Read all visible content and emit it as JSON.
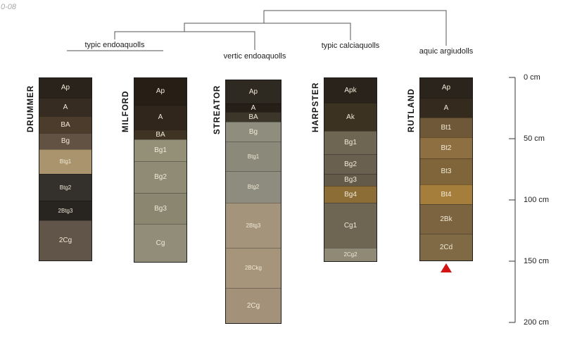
{
  "watermark": "0-08",
  "dendrogram": {
    "groups": [
      {
        "label": "typic endoaquolls"
      },
      {
        "label": "vertic endoaquolls"
      },
      {
        "label": "typic calciaquolls"
      },
      {
        "label": "aquic argiudolls"
      }
    ]
  },
  "depth_scale": {
    "unit": "cm",
    "ticks": [
      {
        "label": "0 cm",
        "cm": 0
      },
      {
        "label": "50 cm",
        "cm": 50
      },
      {
        "label": "100 cm",
        "cm": 100
      },
      {
        "label": "150 cm",
        "cm": 150
      },
      {
        "label": "200 cm",
        "cm": 200
      }
    ]
  },
  "marker": {
    "shape": "triangle-up",
    "color": "#d21414",
    "column": "RUTLAND"
  },
  "columns": [
    {
      "name": "DRUMMER",
      "group": "typic endoaquolls",
      "horizons": [
        {
          "label": "Ap",
          "thickness_cm": 16,
          "color": "#2a231c"
        },
        {
          "label": "A",
          "thickness_cm": 15,
          "color": "#362c22"
        },
        {
          "label": "BA",
          "thickness_cm": 14,
          "color": "#4b3c2c"
        },
        {
          "label": "Bg",
          "thickness_cm": 13,
          "color": "#615243"
        },
        {
          "label": "Btg1",
          "thickness_cm": 20,
          "color": "#a9946d",
          "small": true
        },
        {
          "label": "Btg2",
          "thickness_cm": 22,
          "color": "#34302b",
          "small": true
        },
        {
          "label": "2Btg3",
          "thickness_cm": 16,
          "color": "#282420",
          "small": true
        },
        {
          "label": "2Cg",
          "thickness_cm": 33,
          "color": "#61554a"
        }
      ]
    },
    {
      "name": "MILFORD",
      "group": "typic endoaquolls",
      "horizons": [
        {
          "label": "Ap",
          "thickness_cm": 22,
          "color": "#271f16"
        },
        {
          "label": "A",
          "thickness_cm": 20,
          "color": "#30261b"
        },
        {
          "label": "BA",
          "thickness_cm": 8,
          "color": "#3f3424"
        },
        {
          "label": "Bg1",
          "thickness_cm": 18,
          "color": "#949078"
        },
        {
          "label": "Bg2",
          "thickness_cm": 26,
          "color": "#8f8b74"
        },
        {
          "label": "Bg3",
          "thickness_cm": 25,
          "color": "#8a8670"
        },
        {
          "label": "Cg",
          "thickness_cm": 31,
          "color": "#918d79"
        }
      ]
    },
    {
      "name": "STREATOR",
      "group": "vertic endoaquolls",
      "horizons": [
        {
          "label": "Ap",
          "thickness_cm": 19,
          "color": "#2e2921"
        },
        {
          "label": "A",
          "thickness_cm": 7,
          "color": "#251f18"
        },
        {
          "label": "BA",
          "thickness_cm": 8,
          "color": "#3c352a"
        },
        {
          "label": "Bg",
          "thickness_cm": 16,
          "color": "#8f8d7d"
        },
        {
          "label": "Btg1",
          "thickness_cm": 24,
          "color": "#8b897a",
          "small": true
        },
        {
          "label": "Btg2",
          "thickness_cm": 26,
          "color": "#8e8c7e",
          "small": true
        },
        {
          "label": "2Btg3",
          "thickness_cm": 37,
          "color": "#a4947b",
          "small": true
        },
        {
          "label": "2BCkg",
          "thickness_cm": 33,
          "color": "#a6957b",
          "small": true
        },
        {
          "label": "2Cg",
          "thickness_cm": 29,
          "color": "#a3917a"
        }
      ]
    },
    {
      "name": "HARPSTER",
      "group": "typic calciaquolls",
      "horizons": [
        {
          "label": "Apk",
          "thickness_cm": 20,
          "color": "#2a231b"
        },
        {
          "label": "Ak",
          "thickness_cm": 23,
          "color": "#3c3222"
        },
        {
          "label": "Bg1",
          "thickness_cm": 19,
          "color": "#6f6553"
        },
        {
          "label": "Bg2",
          "thickness_cm": 16,
          "color": "#6a6050"
        },
        {
          "label": "Bg3",
          "thickness_cm": 10,
          "color": "#645a4a"
        },
        {
          "label": "Bg4",
          "thickness_cm": 14,
          "color": "#8b6d35"
        },
        {
          "label": "Cg1",
          "thickness_cm": 37,
          "color": "#6e6553"
        },
        {
          "label": "2Cg2",
          "thickness_cm": 11,
          "color": "#8f8975",
          "small": true
        }
      ]
    },
    {
      "name": "RUTLAND",
      "group": "aquic argiudolls",
      "horizons": [
        {
          "label": "Ap",
          "thickness_cm": 16,
          "color": "#2b241c"
        },
        {
          "label": "A",
          "thickness_cm": 16,
          "color": "#342a1e"
        },
        {
          "label": "Bt1",
          "thickness_cm": 16,
          "color": "#6e5837"
        },
        {
          "label": "Bt2",
          "thickness_cm": 17,
          "color": "#8d6f41"
        },
        {
          "label": "Bt3",
          "thickness_cm": 21,
          "color": "#7f6539"
        },
        {
          "label": "Bt4",
          "thickness_cm": 16,
          "color": "#a57e3b"
        },
        {
          "label": "2Bk",
          "thickness_cm": 24,
          "color": "#7c6440"
        },
        {
          "label": "2Cd",
          "thickness_cm": 22,
          "color": "#7f6a45"
        }
      ]
    }
  ]
}
